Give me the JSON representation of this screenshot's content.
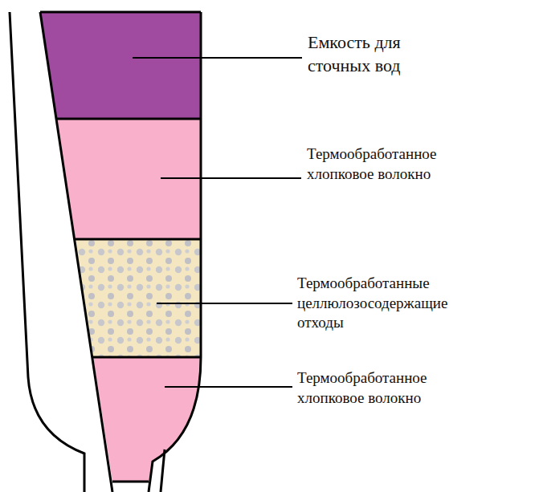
{
  "diagram": {
    "labels": [
      "Емкость для сточных вод",
      "Термообработанное хлопковое волокно",
      "Термообработанные целлюлозосодержащие отходы",
      "Термообработанное хлопковое волокно"
    ]
  }
}
